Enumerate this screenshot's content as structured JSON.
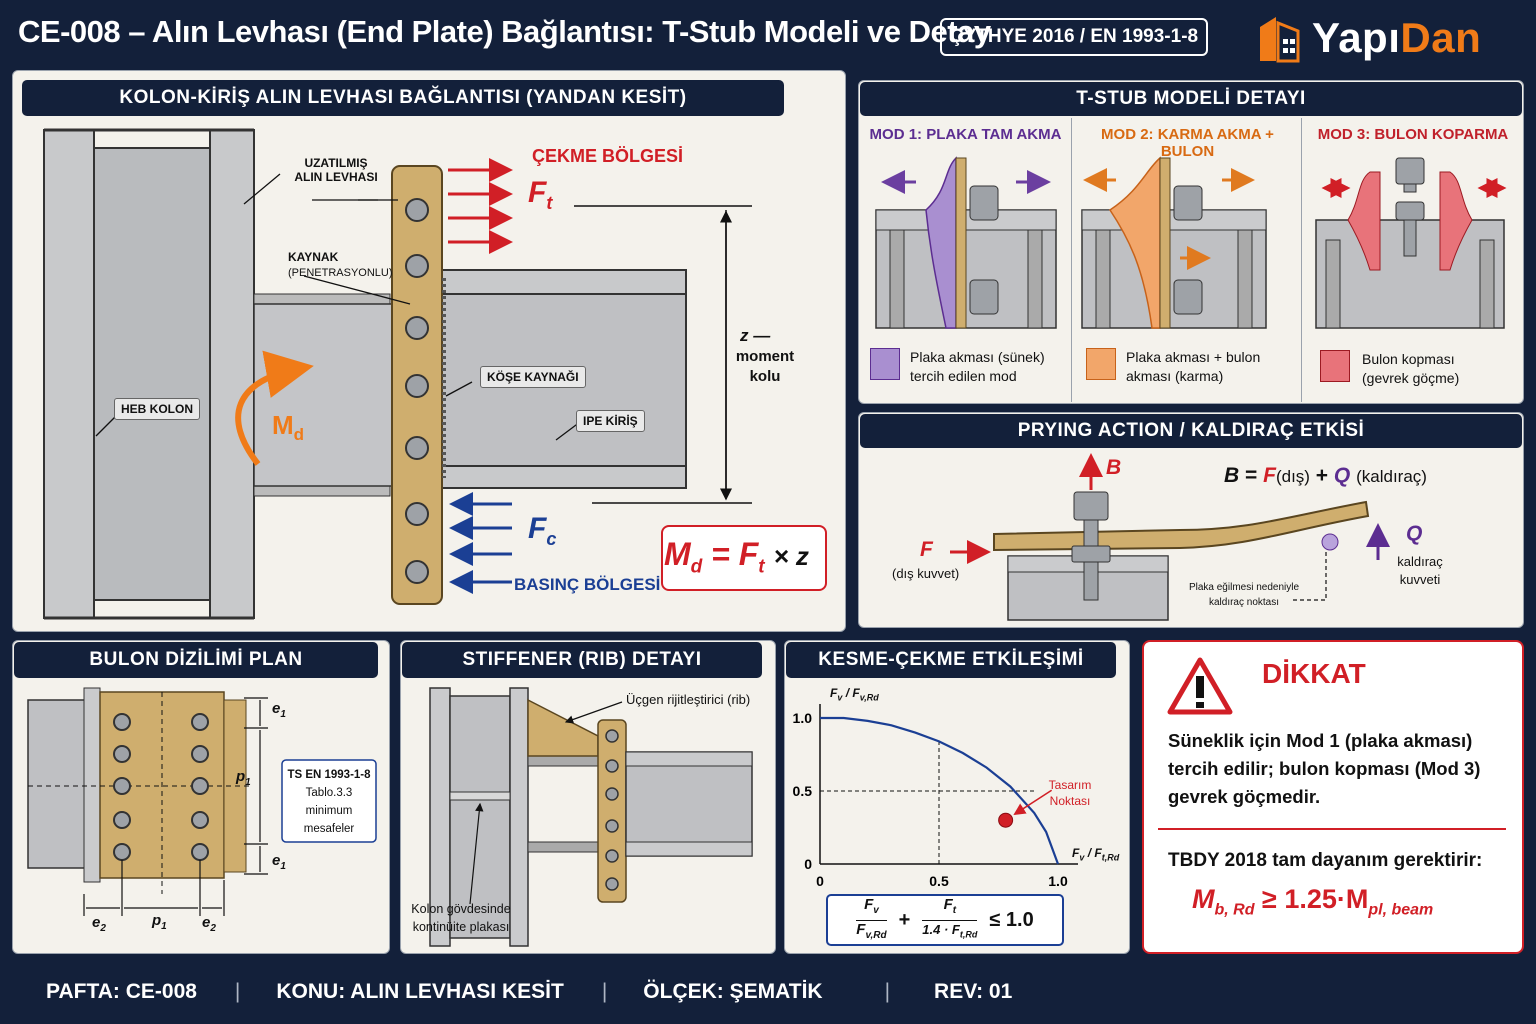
{
  "header": {
    "title": "CE-008 – Alın Levhası (End Plate) Bağlantısı: T-Stub Modeli ve Detay",
    "standard": "ÇYTHYE 2016 / EN 1993-1-8",
    "logo_a": "Yapı",
    "logo_b": "Dan"
  },
  "section_main": {
    "title": "KOLON-KİRİŞ ALIN LEVHASI BAĞLANTISI (YANDAN KESİT)",
    "extended_plate": "UZATILMIŞ\nALIN LEVHASI",
    "weld": "KAYNAK",
    "weld_sub": "(PENETRASYONLU)",
    "fillet_weld": "KÖŞE KAYNAĞI",
    "column": "HEB KOLON",
    "beam": "IPE KİRİŞ",
    "tension_zone": "ÇEKME BÖLGESİ",
    "compression_zone": "BASINÇ BÖLGESİ",
    "ft": "F",
    "ft_sub": "t",
    "fc": "F",
    "fc_sub": "c",
    "md": "M",
    "md_sub": "d",
    "z_label": "z —",
    "z_desc1": "moment",
    "z_desc2": "kolu",
    "formula_md": "M",
    "formula_md_sub": "d",
    "formula_eq": "=",
    "formula_ft": "F",
    "formula_ft_sub": "t",
    "formula_rest": "× z"
  },
  "section_tstub": {
    "title": "T-STUB MODELİ DETAYI",
    "modes": [
      {
        "title": "MOD 1: PLAKA TAM AKMA",
        "legend1": "Plaka akması (sünek)",
        "legend2": "tercih edilen mod",
        "color": "#a98fd0",
        "title_color": "#5c2d91"
      },
      {
        "title": "MOD 2: KARMA AKMA + BULON",
        "legend1": "Plaka akması + bulon",
        "legend2": "akması (karma)",
        "color": "#f2a66a",
        "title_color": "#d86a12"
      },
      {
        "title": "MOD 3:  BULON KOPARMA",
        "legend1": "Bulon kopması",
        "legend2": "(gevrek göçme)",
        "color": "#e8737a",
        "title_color": "#c0212b"
      }
    ]
  },
  "section_prying": {
    "title": "PRYING ACTION / KALDIRAÇ ETKİSİ",
    "b": "B",
    "eq_b": "B",
    "eq_eq": "=",
    "eq_f": "F",
    "eq_dis": "(dış)",
    "eq_plus": "+",
    "eq_q": "Q",
    "eq_kal": "(kaldıraç)",
    "f": "F",
    "f_desc": "(dış kuvvet)",
    "q": "Q",
    "q_desc1": "kaldıraç",
    "q_desc2": "kuvveti",
    "pivot1": "Plaka eğilmesi nedeniyle",
    "pivot2": "kaldıraç noktası"
  },
  "section_bolt": {
    "title": "BULON DİZİLİMİ PLAN",
    "e1": "e",
    "e1_sub": "1",
    "p1": "p",
    "p1_sub": "1",
    "e2": "e",
    "e2_sub": "2",
    "note1": "TS EN 1993-1-8",
    "note2": "Tablo.3.3",
    "note3": "minimum",
    "note4": "mesafeler"
  },
  "section_stiff": {
    "title": "STIFFENER (RIB) DETAYI",
    "rib": "Üçgen rijitleştirici (rib)",
    "cont1": "Kolon gövdesinde",
    "cont2": "kontinüite plakası"
  },
  "section_inter": {
    "title": "KESME-ÇEKME ETKİLEŞİMİ",
    "ylabel": "F",
    "ylabel_sub": "v",
    "ylabel_rest": " / F",
    "ylabel_sub2": "v,Rd",
    "xlabel": "F",
    "xlabel_sub": "v",
    "xlabel_rest": " / F",
    "xlabel_sub2": "t,Rd",
    "design_point1": "Tasarım",
    "design_point2": "Noktası",
    "formula_num1": "F",
    "formula_num1_sub": "v",
    "formula_den1": "F",
    "formula_den1_sub": "v,Rd",
    "formula_plus": "+",
    "formula_num2": "F",
    "formula_num2_sub": "t",
    "formula_den2": "1.4 · F",
    "formula_den2_sub": "t,Rd",
    "formula_le": "≤ 1.0"
  },
  "chart_data": {
    "type": "line",
    "x_ticks": [
      "0",
      "0.5",
      "1.0"
    ],
    "y_ticks": [
      "0",
      "0.5",
      "1.0"
    ],
    "xlim": [
      0,
      1.0
    ],
    "ylim": [
      0,
      1.0
    ],
    "series": [
      {
        "x": [
          0,
          0.1,
          0.2,
          0.3,
          0.4,
          0.5,
          0.6,
          0.7,
          0.8,
          0.9,
          0.95,
          1.0
        ],
        "y": [
          1.0,
          1.0,
          0.98,
          0.95,
          0.9,
          0.84,
          0.76,
          0.66,
          0.53,
          0.35,
          0.22,
          0.0
        ]
      }
    ],
    "design_point": {
      "x": 0.78,
      "y": 0.3
    },
    "guides": {
      "x": 0.5,
      "y": 0.5
    }
  },
  "section_warn": {
    "title": "DİKKAT",
    "line1": "Süneklik için Mod 1 (plaka akması)",
    "line2": "tercih edilir; bulon kopması (Mod 3)",
    "line3": "gevrek göçmedir.",
    "line4": "TBDY 2018 tam dayanım gerektirir:",
    "f_m": "M",
    "f_m_sub": "b, Rd",
    "f_rel": "≥ 1.25·M",
    "f_rel_sub": "pl, beam"
  },
  "footer": {
    "sheet_label": "PAFTA:",
    "sheet": "CE-008",
    "topic_label": "KONU:",
    "topic": "ALIN LEVHASI KESİT",
    "scale_label": "ÖLÇEK:",
    "scale": "ŞEMATİK",
    "rev_label": "REV:",
    "rev": "01"
  },
  "colors": {
    "navy": "#13203a",
    "red": "#d11f26",
    "blue": "#1b3f94",
    "orange": "#f07b18",
    "plate": "#cfae6e"
  }
}
